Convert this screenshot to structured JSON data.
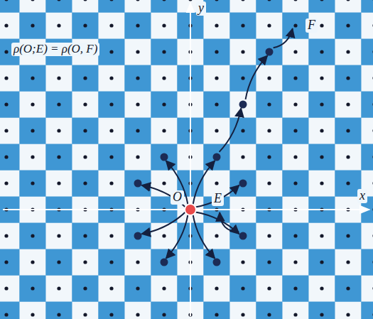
{
  "diagram": {
    "labels": [
      "ρ(O;E) = ρ(O, F)",
      "y",
      "x",
      "O",
      "E",
      "F"
    ]
  }
}
